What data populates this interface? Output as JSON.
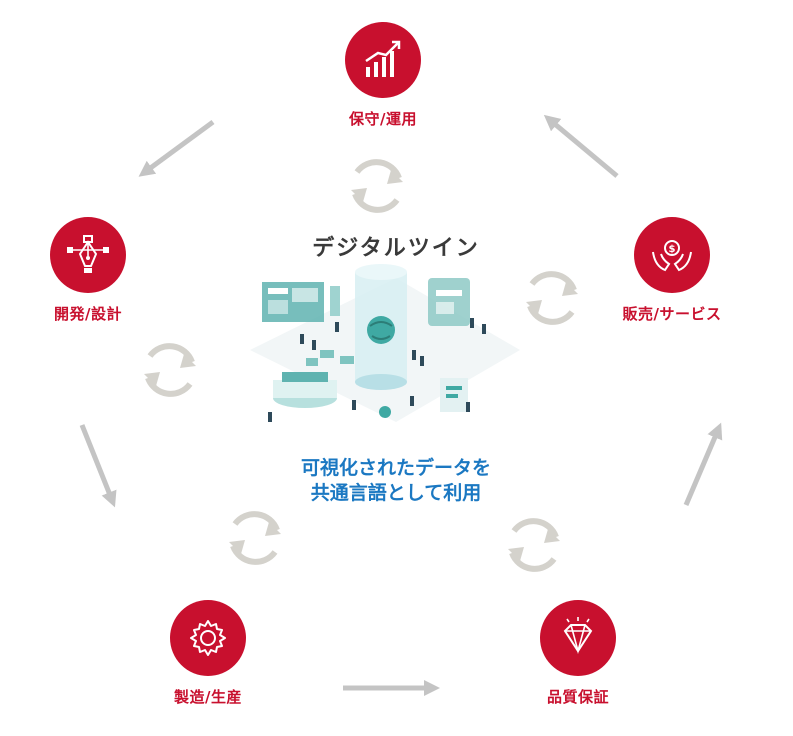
{
  "center": {
    "title": "デジタルツイン",
    "caption_line1": "可視化されたデータを",
    "caption_line2": "共通言語として利用"
  },
  "nodes": {
    "maintenance": {
      "label": "保守/運用",
      "icon": "growth-chart-icon"
    },
    "sales": {
      "label": "販売/サービス",
      "icon": "hands-coin-icon"
    },
    "quality": {
      "label": "品質保証",
      "icon": "diamond-icon"
    },
    "manufacturing": {
      "label": "製造/生産",
      "icon": "gear-icon"
    },
    "development": {
      "label": "開発/設計",
      "icon": "pen-tool-icon"
    }
  },
  "colors": {
    "node": "#c8102e",
    "caption": "#1b78c2",
    "title": "#3a3a3a",
    "arrow": "#c4c4c4",
    "cycle": "#d4d2cc",
    "illustration_accent": "#3fa9a3"
  }
}
